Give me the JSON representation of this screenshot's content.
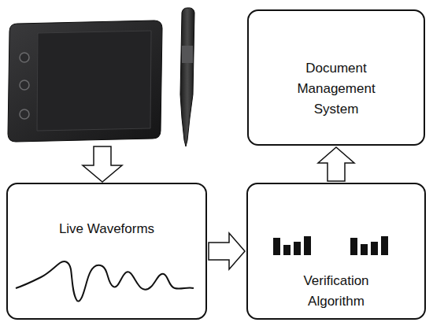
{
  "diagram": {
    "nodes": [
      {
        "text": [
          "Document Management System"
        ]
      },
      {
        "text": [
          "Live Waveforms"
        ]
      },
      {
        "text": [
          "Verification Algorithm"
        ]
      }
    ],
    "edges": [
      {
        "from": 1,
        "to": 2,
        "arrow": "to"
      },
      {
        "from": 2,
        "to": 0,
        "arrow": "to"
      }
    ]
  }
}
